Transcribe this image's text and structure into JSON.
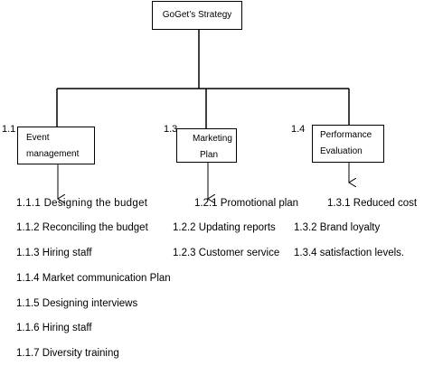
{
  "root": {
    "label": "GoGet’s Strategy"
  },
  "branches": [
    {
      "number": "1.1",
      "label_lines": [
        "Event",
        "management"
      ],
      "items": [
        "1.1.1 Designing the budget",
        "1.1.2 Reconciling the budget",
        "1.1.3 Hiring staff",
        "1.1.4 Market communication Plan",
        "1.1.5 Designing interviews",
        "1.1.6 Hiring staff",
        "1.1.7 Diversity training"
      ]
    },
    {
      "number": "1.3",
      "label_lines": [
        "Marketing",
        "Plan"
      ],
      "items": [
        "1.2.1 Promotional plan",
        "1.2.2 Updating reports",
        "1.2.3 Customer service"
      ]
    },
    {
      "number": "1.4",
      "label_lines": [
        "Performance",
        "Evaluation"
      ],
      "items": [
        "1.3.1 Reduced cost",
        "1.3.2 Brand loyalty",
        "1.3.4 satisfaction levels."
      ]
    }
  ]
}
